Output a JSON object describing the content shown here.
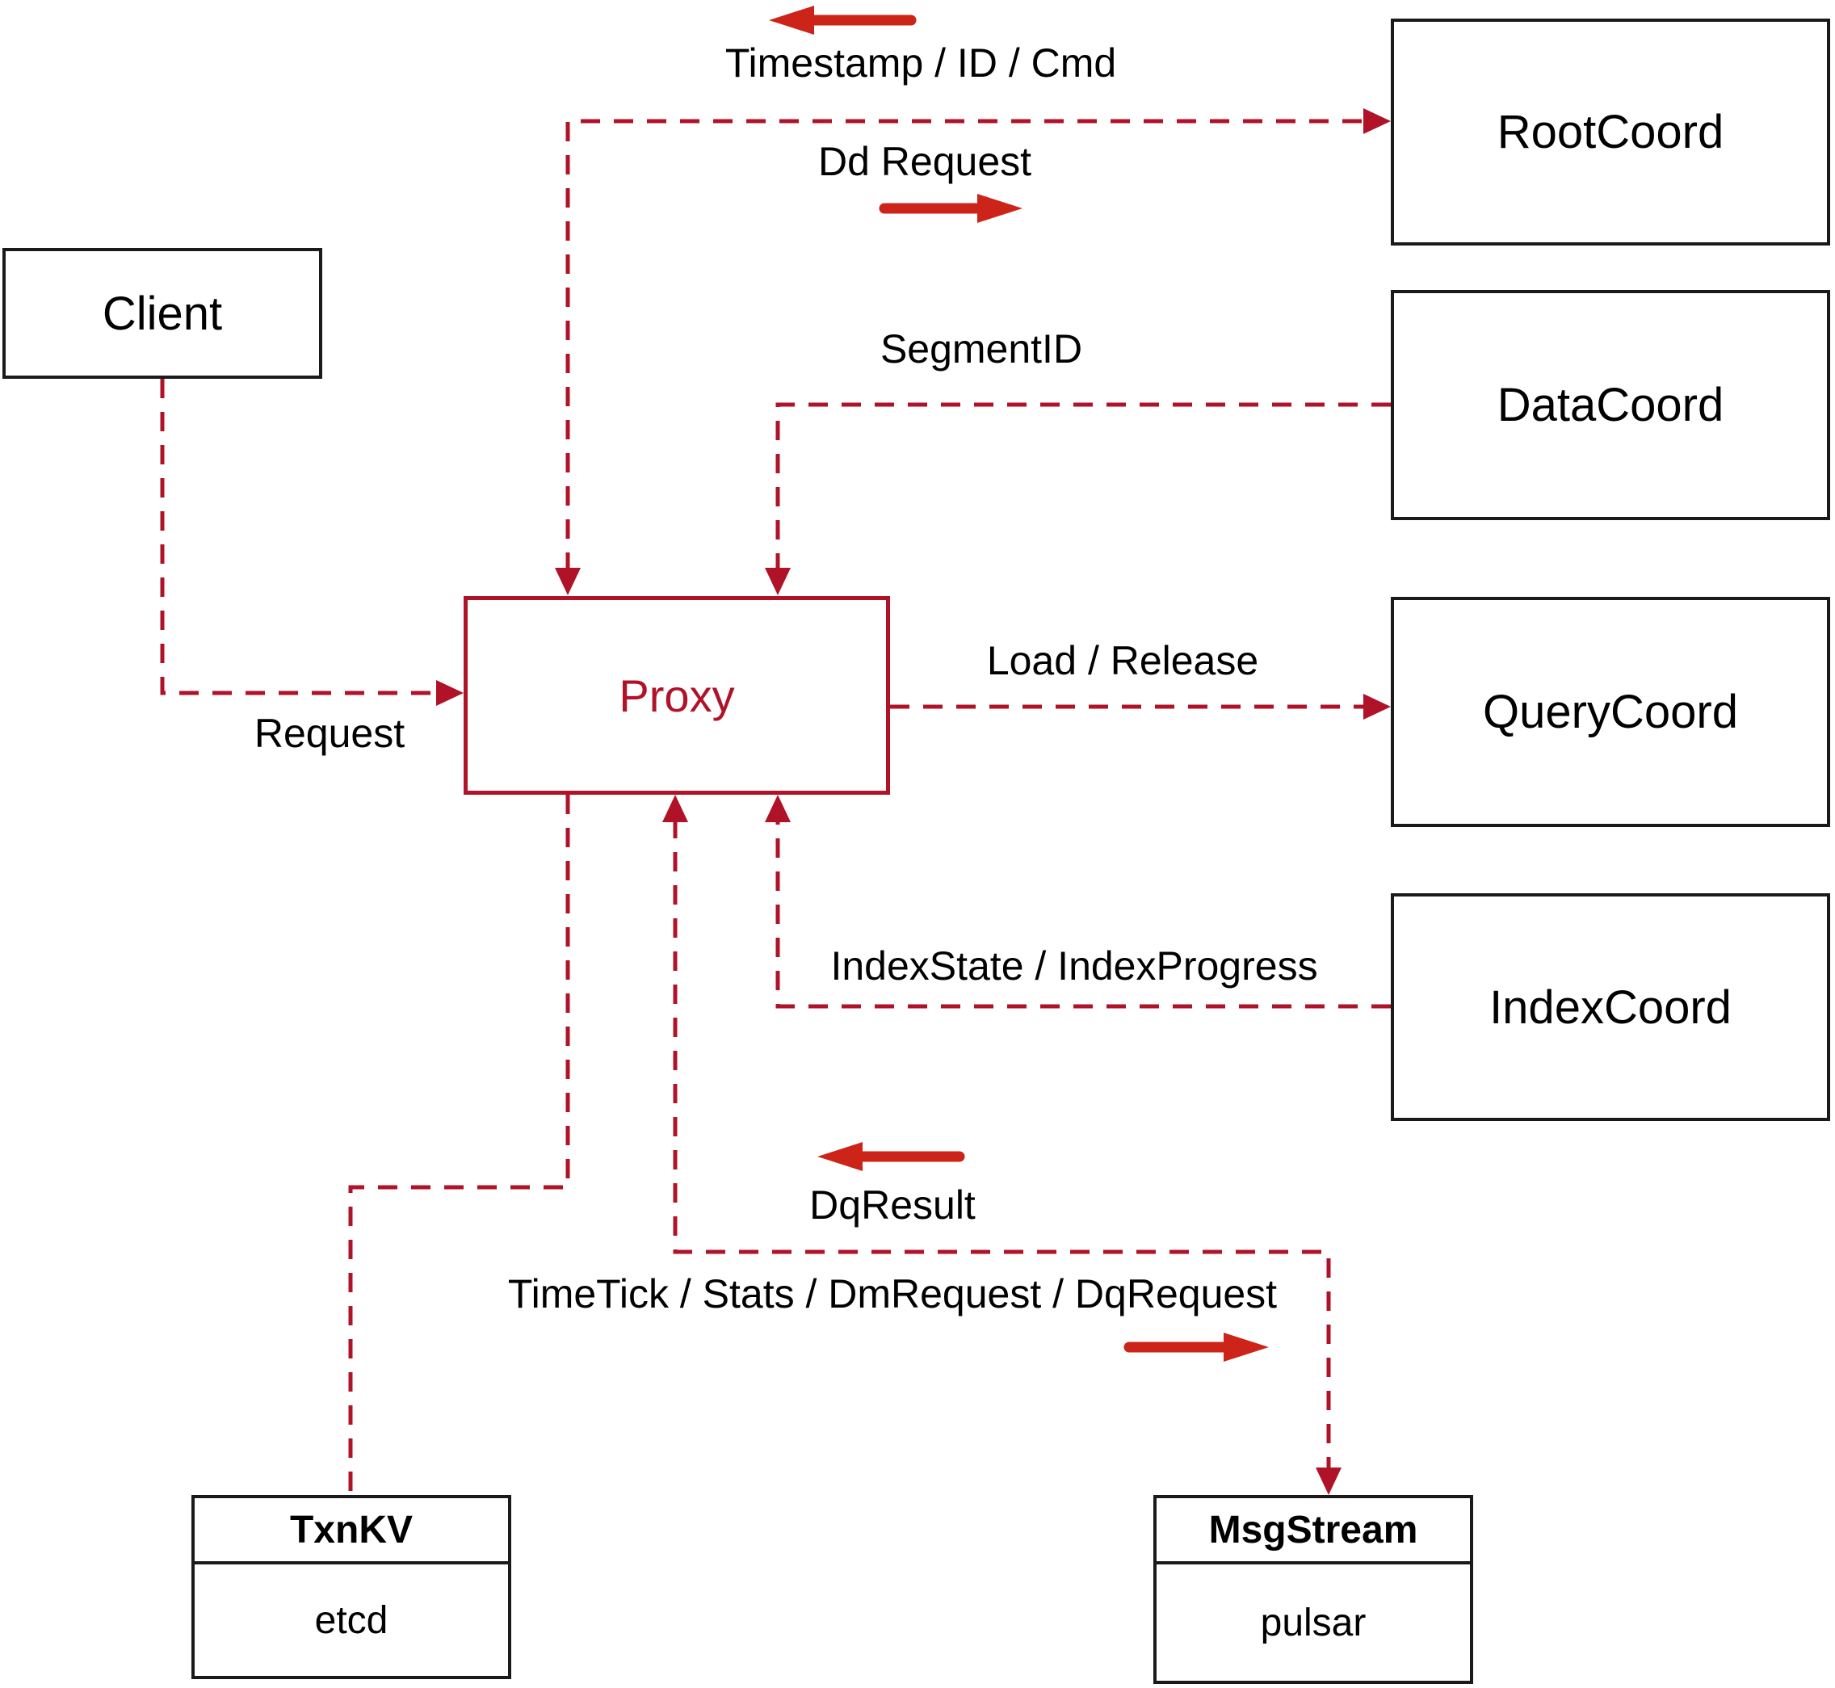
{
  "diagram": {
    "nodes": {
      "client": {
        "label": "Client"
      },
      "rootcoord": {
        "label": "RootCoord"
      },
      "datacoord": {
        "label": "DataCoord"
      },
      "querycoord": {
        "label": "QueryCoord"
      },
      "indexcoord": {
        "label": "IndexCoord"
      },
      "proxy": {
        "label": "Proxy"
      },
      "txnkv": {
        "title": "TxnKV",
        "impl": "etcd"
      },
      "msgstream": {
        "title": "MsgStream",
        "impl": "pulsar"
      }
    },
    "edge_labels": {
      "timestamp_id_cmd": "Timestamp / ID / Cmd",
      "dd_request": "Dd Request",
      "segment_id": "SegmentID",
      "load_release": "Load / Release",
      "index_state": "IndexState / IndexProgress",
      "request": "Request",
      "dq_result": "DqResult",
      "timetick": "TimeTick / Stats / DmRequest / DqRequest"
    },
    "colors": {
      "line": "#b01228",
      "arrow": "#cc2418",
      "box_border": "#1a1a1a",
      "text": "#000000"
    }
  }
}
